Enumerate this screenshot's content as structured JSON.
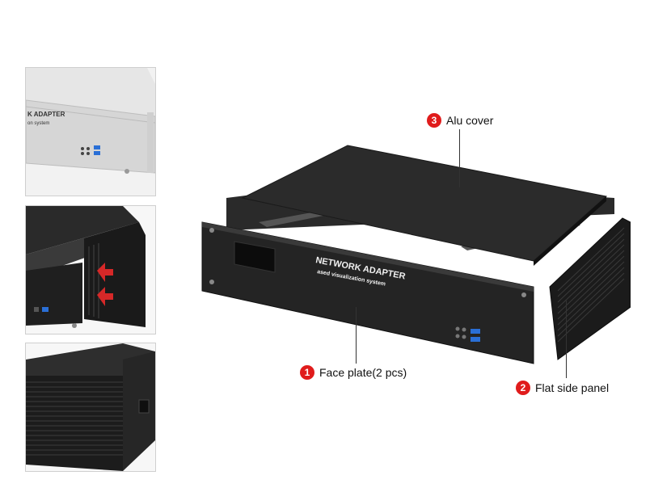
{
  "thumbnails": [
    {
      "name": "silver-chassis-view",
      "label_line1": "K ADAPTER",
      "label_line2": "on system"
    },
    {
      "name": "side-panel-install-view"
    },
    {
      "name": "heatsink-side-view"
    }
  ],
  "main_unit": {
    "brand_line1": "NETWORK ADAPTER",
    "brand_line2": "ased visualization system"
  },
  "callouts": [
    {
      "number": "3",
      "label": "Alu cover"
    },
    {
      "number": "1",
      "label": "Face plate(2 pcs)"
    },
    {
      "number": "2",
      "label": "Flat side panel"
    }
  ],
  "colors": {
    "badge": "#e01c1c",
    "chassis": "#1c1c1c",
    "silver": "#d9d9d9"
  }
}
